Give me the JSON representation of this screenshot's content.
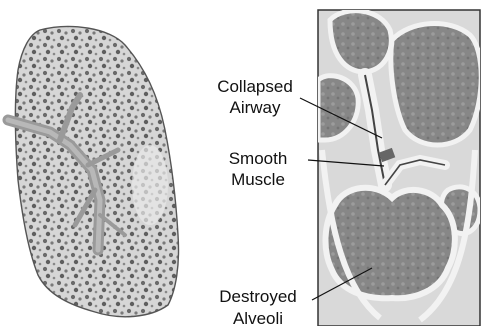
{
  "labels": {
    "collapsed_airway": {
      "line1": "Collapsed",
      "line2": "Airway"
    },
    "smooth_muscle": {
      "line1": "Smooth",
      "line2": "Muscle"
    },
    "destroyed_alveoli": {
      "line1": "Destroyed",
      "line2": "Alveoli"
    }
  },
  "colors": {
    "ink": "#111111",
    "lung_fill": "#cfcfcf",
    "lung_pores": "#6a6a6a",
    "alveolus_fill": "#8a8a8a",
    "wall": "#f2f2f2"
  }
}
